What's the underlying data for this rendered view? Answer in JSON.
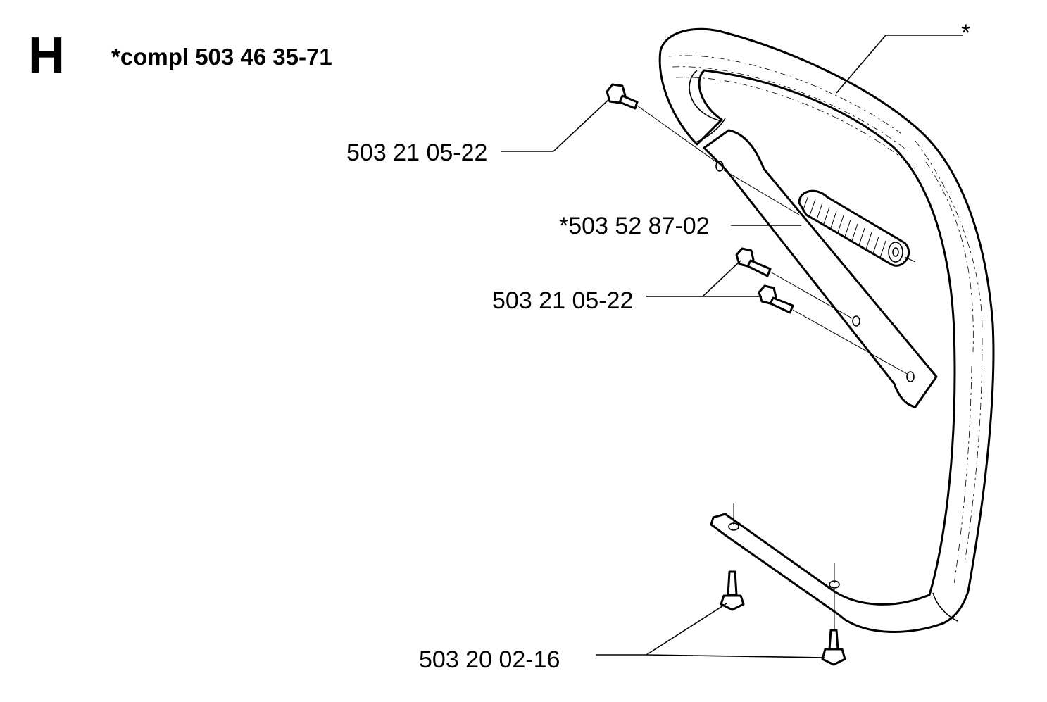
{
  "section": {
    "letter": "H"
  },
  "header": {
    "complete_kit": "*compl 503 46 35-71"
  },
  "callouts": {
    "handlebar": "*",
    "screw_top": "503 21 05-22",
    "spring": "*503 52 87-02",
    "screws_middle": "503 21 05-22",
    "screws_bottom": "503 20 02-16"
  }
}
